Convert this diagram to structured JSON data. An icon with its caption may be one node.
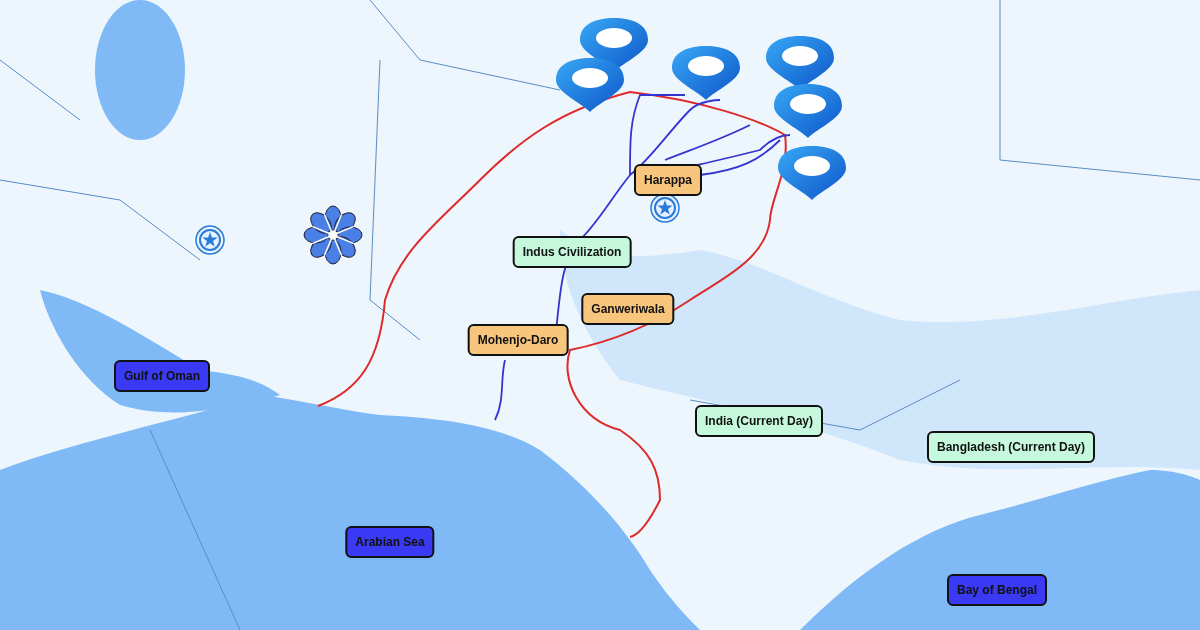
{
  "diagram": {
    "nodes": [
      {
        "text": [
          "Harappa"
        ]
      },
      {
        "text": [
          "Indus Civilization"
        ]
      },
      {
        "text": [
          "Ganweriwala"
        ]
      },
      {
        "text": [
          "Mohenjo-Daro"
        ]
      },
      {
        "text": [
          "Gulf of Oman"
        ]
      },
      {
        "text": [
          "India (Current Day)"
        ]
      },
      {
        "text": [
          "Bangladesh (Current Day)"
        ]
      },
      {
        "text": [
          "Arabian Sea"
        ]
      },
      {
        "text": [
          "Bay of Bengal"
        ]
      }
    ]
  }
}
